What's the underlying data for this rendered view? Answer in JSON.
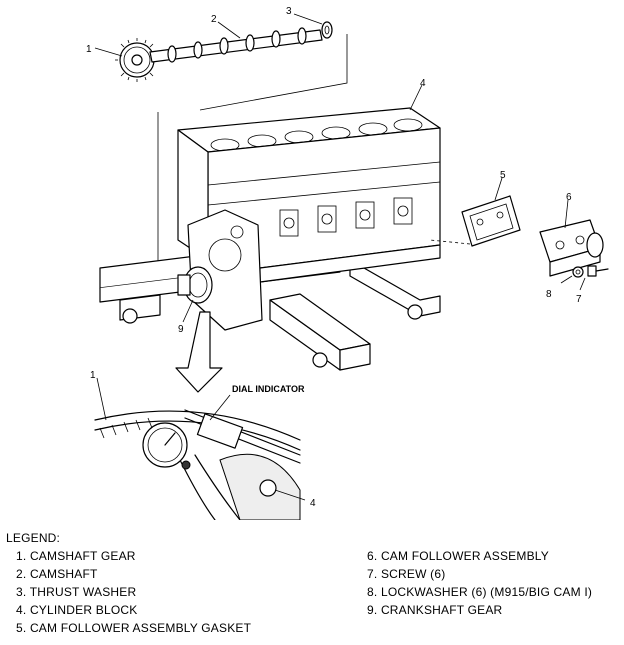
{
  "callouts": {
    "c1_top": "1",
    "c2": "2",
    "c3": "3",
    "c4_top": "4",
    "c5": "5",
    "c6": "6",
    "c7": "7",
    "c8": "8",
    "c9": "9",
    "c1_detail": "1",
    "c4_detail": "4",
    "dial_indicator": "DIAL INDICATOR"
  },
  "legend": {
    "title": "LEGEND:",
    "items": [
      "1.  CAMSHAFT GEAR",
      "2.  CAMSHAFT",
      "3.  THRUST WASHER",
      "4.  CYLINDER BLOCK",
      "5.  CAM FOLLOWER ASSEMBLY GASKET",
      "6.  CAM FOLLOWER ASSEMBLY",
      "7.  SCREW (6)",
      "8.  LOCKWASHER (6) (M915/BIG CAM I)",
      "9.  CRANKSHAFT GEAR"
    ]
  }
}
